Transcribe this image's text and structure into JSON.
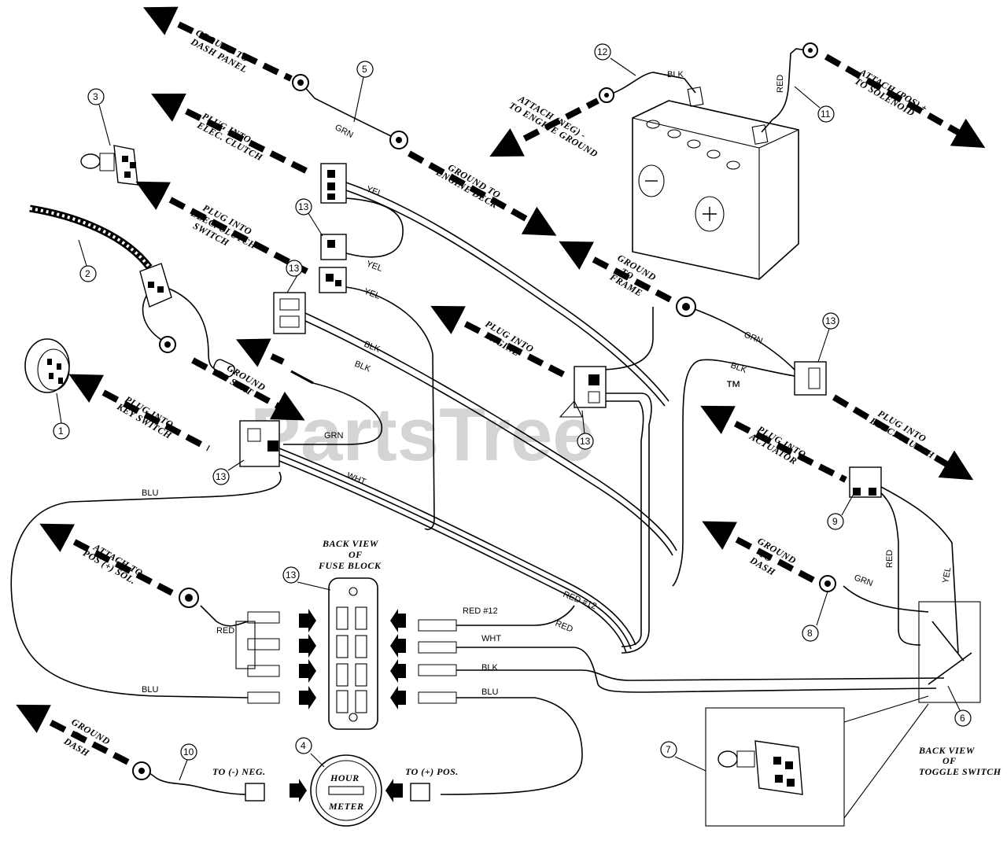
{
  "watermark": {
    "brand": "PartsTree",
    "mark": "™"
  },
  "callouts": [
    "1",
    "2",
    "3",
    "4",
    "5",
    "6",
    "7",
    "8",
    "9",
    "10",
    "11",
    "12",
    "13"
  ],
  "wire_labels": {
    "grn": "GRN",
    "yel": "YEL",
    "blk": "BLK",
    "red": "RED",
    "wht": "WHT",
    "blu": "BLU",
    "red12": "RED #12"
  },
  "directions": {
    "ground_dash_panel": [
      "GROUND TO",
      "DASH PANEL"
    ],
    "plug_elec_clutch_a": [
      "PLUG INTO",
      "ELEC. CLUTCH"
    ],
    "plug_elec_clutch_switch": [
      "PLUG INTO",
      "ELEC. CLUTCH",
      "SWITCH"
    ],
    "ground_engine_deck": [
      "GROUND TO",
      "ENGINE DECK"
    ],
    "attach_neg": [
      "ATTACH (NEG) -",
      "TO ENGINE GROUND"
    ],
    "attach_pos": [
      "ATTACH (POS) +",
      "TO SOLENOID"
    ],
    "ground_frame": [
      "GROUND",
      "TO",
      "FRAME"
    ],
    "plug_engine": [
      "PLUG INTO",
      "ENGINE"
    ],
    "ground_seat": [
      "GROUND",
      "TO SEAT"
    ],
    "plug_key_switch": [
      "PLUG INTO",
      "KEY SWITCH"
    ],
    "plug_elec_clutch_b": [
      "PLUG INTO",
      "ELEC. CLUTCH"
    ],
    "plug_actuator": [
      "PLUG INTO",
      "ACTUATOR"
    ],
    "ground_dash_right": [
      "GROUND",
      "TO",
      "DASH"
    ],
    "attach_pos_sol": [
      "ATTACH TO",
      "POS (+) SOL."
    ],
    "ground_dash_left": [
      "GROUND",
      "TO",
      "DASH"
    ]
  },
  "fuse_block_caption": [
    "BACK VIEW",
    "OF",
    "FUSE BLOCK"
  ],
  "toggle_caption": [
    "BACK VIEW",
    "OF",
    "TOGGLE SWITCH"
  ],
  "hour_meter": [
    "HOUR",
    "METER"
  ],
  "to_neg": "TO (-) NEG.",
  "to_pos": "TO (+) POS."
}
